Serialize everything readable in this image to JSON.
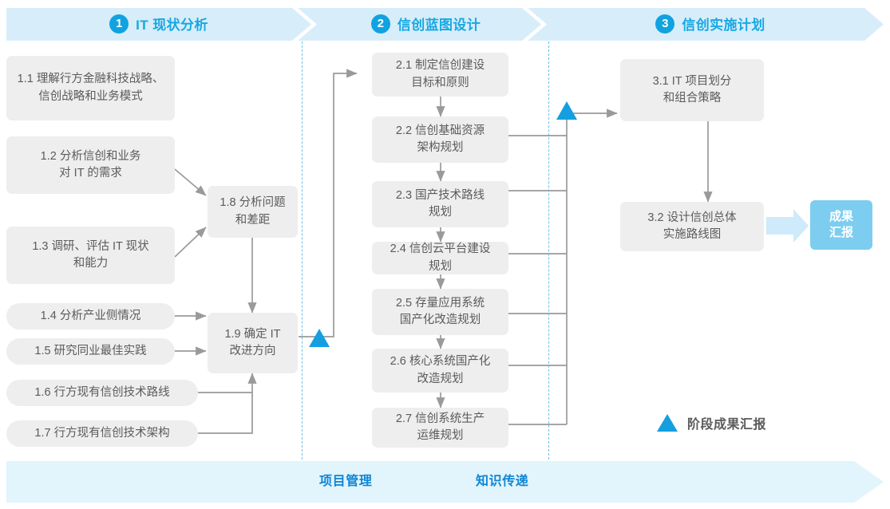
{
  "colors": {
    "phase_band": "#d7edfa",
    "phase_accent": "#17a8e3",
    "node_fill": "#eeeeee",
    "node_text": "#5b5b5b",
    "milestone": "#159fe0",
    "badge_fill": "#7dcdf0",
    "bottom_band": "#e2f4fc",
    "bottom_text": "#0e86d4",
    "dash_line": "#4db8e8",
    "connector": "#9a9a9a"
  },
  "phases": [
    {
      "number": "1",
      "label": "IT 现状分析"
    },
    {
      "number": "2",
      "label": "信创蓝图设计"
    },
    {
      "number": "3",
      "label": "信创实施计划"
    }
  ],
  "phase1_nodes": [
    {
      "id": "1.1",
      "text": "1.1 理解行方金融科技战略、\n信创战略和业务模式"
    },
    {
      "id": "1.2",
      "text": "1.2 分析信创和业务\n对 IT 的需求"
    },
    {
      "id": "1.3",
      "text": "1.3 调研、评估 IT 现状\n和能力"
    },
    {
      "id": "1.4",
      "text": "1.4 分析产业侧情况"
    },
    {
      "id": "1.5",
      "text": "1.5 研究同业最佳实践"
    },
    {
      "id": "1.6",
      "text": "1.6 行方现有信创技术路线"
    },
    {
      "id": "1.7",
      "text": "1.7 行方现有信创技术架构"
    },
    {
      "id": "1.8",
      "text": "1.8 分析问题\n和差距"
    },
    {
      "id": "1.9",
      "text": "1.9 确定 IT\n改进方向"
    }
  ],
  "phase2_nodes": [
    {
      "id": "2.1",
      "text": "2.1 制定信创建设\n目标和原则"
    },
    {
      "id": "2.2",
      "text": "2.2 信创基础资源\n架构规划"
    },
    {
      "id": "2.3",
      "text": "2.3 国产技术路线\n规划"
    },
    {
      "id": "2.4",
      "text": "2.4 信创云平台建设\n规划"
    },
    {
      "id": "2.5",
      "text": "2.5 存量应用系统\n国产化改造规划"
    },
    {
      "id": "2.6",
      "text": "2.6 核心系统国产化\n改造规划"
    },
    {
      "id": "2.7",
      "text": "2.7 信创系统生产\n运维规划"
    }
  ],
  "phase3_nodes": [
    {
      "id": "3.1",
      "text": "3.1 IT 项目划分\n和组合策略"
    },
    {
      "id": "3.2",
      "text": "3.2 设计信创总体\n实施路线图"
    }
  ],
  "result_badge": {
    "text": "成果\n汇报"
  },
  "legend": {
    "icon": "milestone-triangle-icon",
    "label": "阶段成果汇报"
  },
  "bottom_band": {
    "labels": [
      "项目管理",
      "知识传递"
    ]
  }
}
